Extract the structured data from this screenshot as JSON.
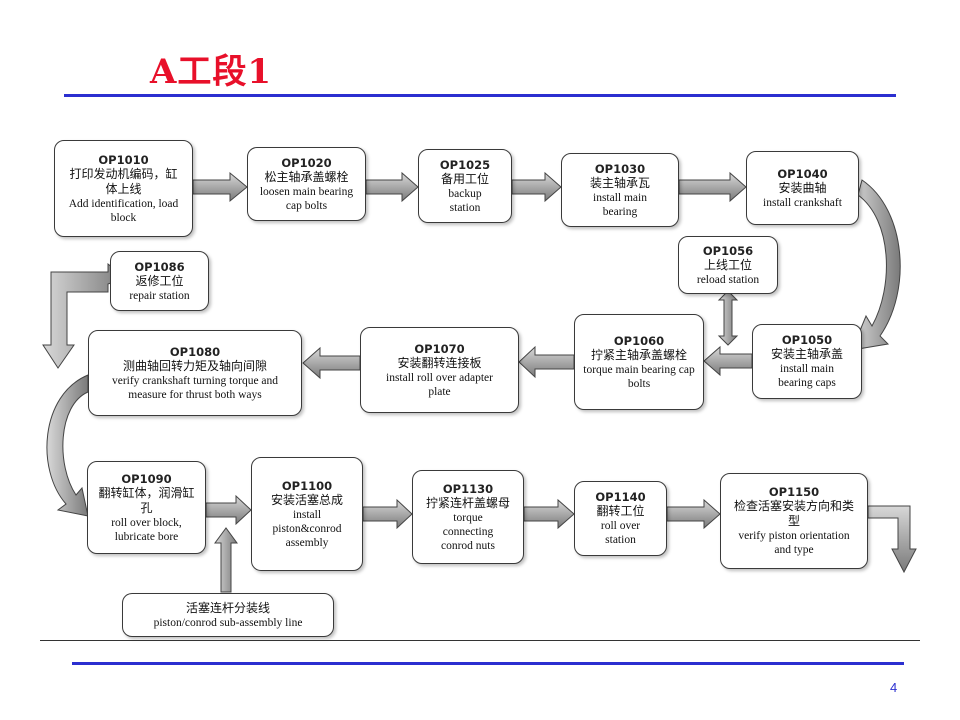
{
  "title": "A工段1",
  "page_number": "4",
  "stations": [
    {
      "op": "OP1010",
      "zh": "打印发动机编码，缸体上线",
      "en": "Add identification, load block"
    },
    {
      "op": "OP1020",
      "zh": "松主轴承盖螺栓",
      "en": "loosen main bearing cap bolts"
    },
    {
      "op": "OP1025",
      "zh": "备用工位",
      "en": "backup station"
    },
    {
      "op": "OP1030",
      "zh": "装主轴承瓦",
      "en": "install main bearing"
    },
    {
      "op": "OP1040",
      "zh": "安装曲轴",
      "en": "install crankshaft"
    },
    {
      "op": "OP1056",
      "zh": "上线工位",
      "en": "reload station"
    },
    {
      "op": "OP1086",
      "zh": "返修工位",
      "en": "repair station"
    },
    {
      "op": "OP1080",
      "zh": "测曲轴回转力矩及轴向间隙",
      "en": "verify crankshaft turning torque and measure for thrust both ways"
    },
    {
      "op": "OP1070",
      "zh": "安装翻转连接板",
      "en": "install roll over adapter plate"
    },
    {
      "op": "OP1060",
      "zh": "拧紧主轴承盖螺栓",
      "en": "torque main bearing cap bolts"
    },
    {
      "op": "OP1050",
      "zh": "安装主轴承盖",
      "en": "install main bearing caps"
    },
    {
      "op": "OP1090",
      "zh": "翻转缸体，润滑缸孔",
      "en": "roll over block, lubricate bore"
    },
    {
      "op": "OP1100",
      "zh": "安装活塞总成",
      "en": "install piston&conrod assembly"
    },
    {
      "op": "OP1130",
      "zh": "拧紧连杆盖螺母",
      "en": "torque connecting conrod nuts"
    },
    {
      "op": "OP1140",
      "zh": "翻转工位",
      "en": "roll over station"
    },
    {
      "op": "OP1150",
      "zh": "检查活塞安装方向和类型",
      "en": "verify piston orientation and type"
    }
  ],
  "subline": {
    "zh": "活塞连杆分装线",
    "en": "piston/conrod sub-assembly line"
  }
}
